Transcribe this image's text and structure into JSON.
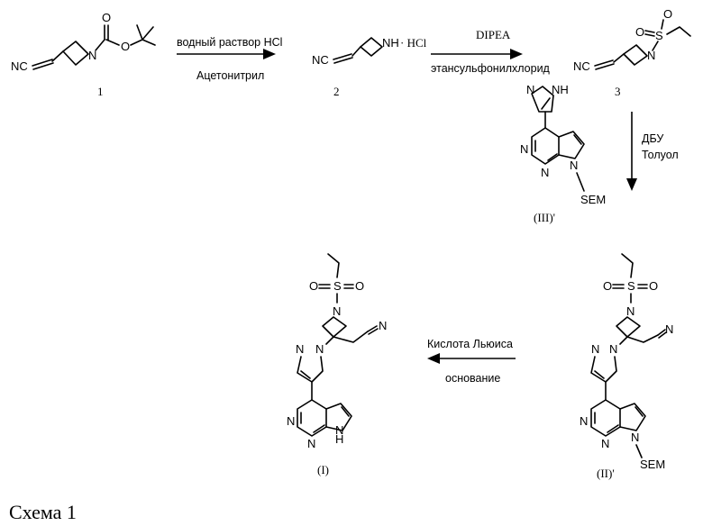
{
  "reagents": {
    "step1_top": "водный раствор HCl",
    "step1_bottom": "Ацетонитрил",
    "step2_top": "DIPEA",
    "step2_bottom": "этансульфонилхлорид",
    "step3_top": "ДБУ",
    "step3_bottom": "Толуол",
    "step4_top": "Кислота Льюиса",
    "step4_bottom": "основание"
  },
  "compound_labels": {
    "c1": "1",
    "c2": "2",
    "c3": "3",
    "iii": "(III)'",
    "ii": "(II)'",
    "i": "(I)"
  },
  "atoms": {
    "NC": "NC",
    "N": "N",
    "O": "O",
    "S": "S",
    "NH": "NH",
    "HCl": "· HCl",
    "N_NH": "N",
    "SEM": "SEM",
    "NH_small": "H",
    "CN_N": "N"
  },
  "caption": "Схема 1"
}
